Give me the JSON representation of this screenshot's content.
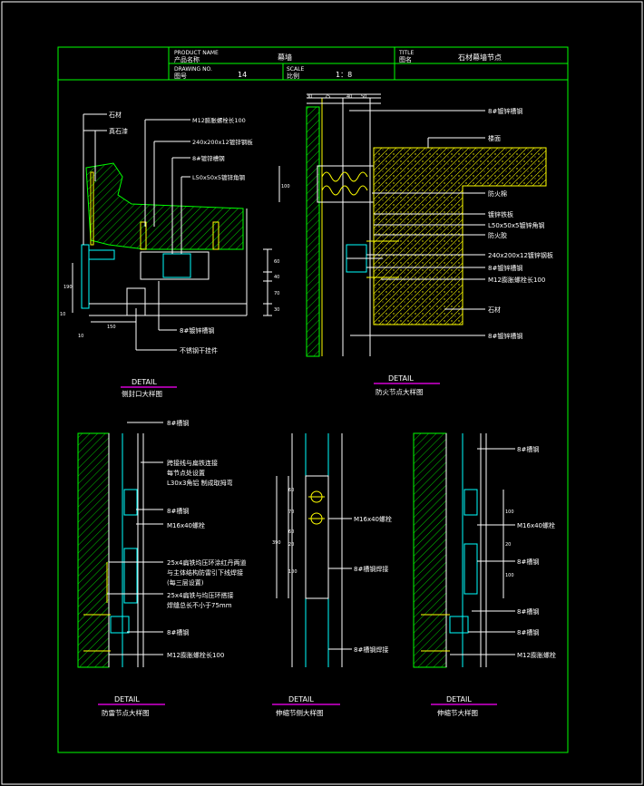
{
  "title_block": {
    "product_name_en": "PRODUCT NAME",
    "product_name_cn": "产品名称",
    "product_value": "幕墙",
    "title_en": "TITLE",
    "title_cn": "图名",
    "title_value": "石材幕墙节点",
    "drawing_no_en": "DRAWING NO.",
    "drawing_no_cn": "图号",
    "drawing_no_value": "14",
    "scale_en": "SCALE",
    "scale_cn": "比例",
    "scale_value": "1：8"
  },
  "details": [
    {
      "heading": "DETAIL",
      "caption": "侧封口大样图",
      "labels": [
        "石材",
        "真石漆",
        "M12膨胀螺栓长100",
        "240x200x12镀锌钢板",
        "8#镀锌槽钢",
        "L50x50x5镀锌角钢",
        "8#镀锌槽钢",
        "不锈钢干挂件"
      ],
      "dims": [
        "60",
        "40",
        "70",
        "30",
        "190",
        "150",
        "10",
        "10"
      ]
    },
    {
      "heading": "DETAIL",
      "caption": "防火节点大样图",
      "labels": [
        "8#镀锌槽钢",
        "楼面",
        "防火棉",
        "镀锌铁板",
        "L50x50x5镀锌角钢",
        "防火胶",
        "240x200x12镀锌钢板",
        "8#镀锌槽钢",
        "M12膨胀螺栓长100",
        "石材",
        "8#镀锌槽钢"
      ],
      "dims": [
        "30",
        "75",
        "40",
        "50",
        "100"
      ]
    },
    {
      "heading": "DETAIL",
      "caption": "防雷节点大样图",
      "labels": [
        "8#槽钢",
        "跨接线与扁铁连接",
        "每节点处设置",
        "L30x3角铝  制成取拇弯",
        "8#槽钢",
        "M16x40螺栓",
        "25x4扁铁均压环涂红丹两道",
        "与主体结构防雷引下线焊接",
        "(每三层设置)",
        "25x4扁铁与均压环搭接",
        "焊缝总长不小于75mm",
        "8#槽钢",
        "M12膨胀螺栓长100"
      ]
    },
    {
      "heading": "DETAIL",
      "caption": "伸缩节侧大样图",
      "labels": [
        "M16x40螺栓",
        "8#槽钢焊接",
        "8#槽钢焊接"
      ],
      "dims": [
        "60",
        "70",
        "60",
        "20",
        "100",
        "390"
      ]
    },
    {
      "heading": "DETAIL",
      "caption": "伸缩节大样图",
      "labels": [
        "8#槽钢",
        "M16x40螺栓",
        "8#槽钢",
        "8#槽钢",
        "8#槽钢",
        "M12膨胀螺栓"
      ],
      "dims": [
        "100",
        "20",
        "100"
      ]
    }
  ],
  "colors": {
    "frame": "#00ff00",
    "text": "#ffffff",
    "accent_cyan": "#00ffff",
    "accent_yellow": "#ffff00",
    "underline": "#ff00ff",
    "background": "#000000"
  }
}
